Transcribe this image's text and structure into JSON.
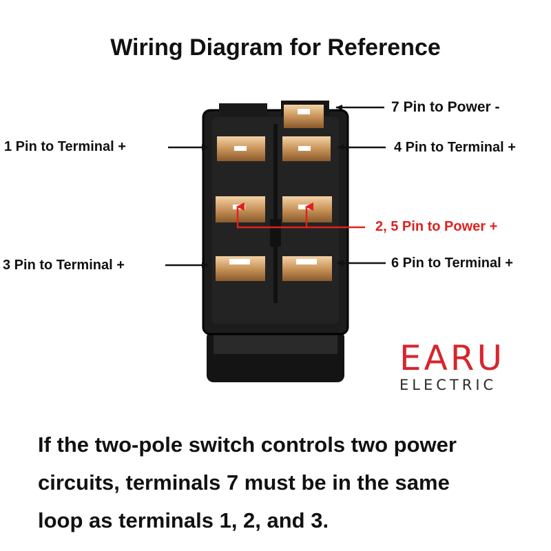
{
  "title": "Wiring Diagram for Reference",
  "labels": {
    "pin7": "7 Pin to Power -",
    "pin1": "1 Pin to Terminal +",
    "pin4": "4 Pin to Terminal +",
    "pin25": "2, 5 Pin to Power +",
    "pin3": "3 Pin to Terminal +",
    "pin6": "6 Pin to Terminal +"
  },
  "logo": {
    "name": "EARU",
    "subtitle": "ELECTRIC"
  },
  "note": {
    "line1": "If the two-pole switch controls two power",
    "line2": "circuits, terminals 7 must be in the same",
    "line3": "loop as terminals 1, 2, and 3."
  },
  "colors": {
    "power_positive": "#e02020",
    "logo_red": "#d6262e"
  }
}
